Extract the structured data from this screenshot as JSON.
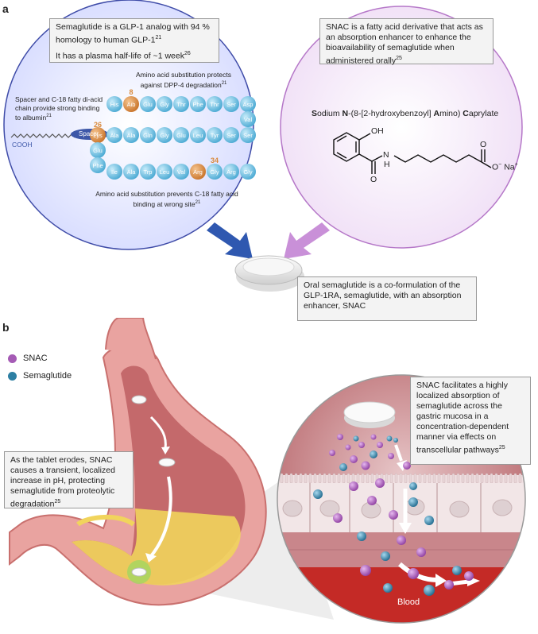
{
  "panel_a": {
    "label": "a",
    "callout_glp1_line1": "Semaglutide is a GLP-1 analog with 94 % homology to human GLP-1",
    "callout_glp1_line1_ref": "21",
    "callout_glp1_line2": "It has a plasma half-life of ~1 week",
    "callout_glp1_line2_ref": "26",
    "callout_snac_text": "SNAC is a fatty acid derivative that acts as an absorption enhancer to enhance the bioavailability of semaglutide when administered orally",
    "callout_snac_ref": "25",
    "note_dpp4": "Amino acid substitution protects against DPP-4 degradation",
    "note_dpp4_ref": "21",
    "note_spacer": "Spacer and C-18 fatty di-acid chain provide strong binding to albumin",
    "note_spacer_ref": "21",
    "note_c18": "Amino acid substitution prevents C-18 fatty acid binding at wrong site",
    "note_c18_ref": "21",
    "cooh_label": "COOH",
    "spacer_label": "Spacer",
    "pos8": "8",
    "pos26": "26",
    "pos34": "34",
    "row1": [
      "His",
      "Aib",
      "Glu",
      "Gly",
      "Thr",
      "Phe",
      "Thr",
      "Ser",
      "Asp"
    ],
    "turn1": [
      "Val",
      "Ser"
    ],
    "row2": [
      "Glu",
      "Lys",
      "Ala",
      "Ala",
      "Gln",
      "Gly",
      "Glu",
      "Leu",
      "Tyr",
      "Ser"
    ],
    "row3": [
      "Phe",
      "Ile",
      "Ala",
      "Trp",
      "Leu",
      "Val",
      "Arg",
      "Gly",
      "Arg",
      "Gly"
    ],
    "snac_name_parts": [
      "S",
      "odium ",
      "N",
      "-(8-[2-hydroxybenzoyl] ",
      "A",
      "mino) ",
      "C",
      "aprylate"
    ],
    "chem_oh": "OH",
    "chem_n": "N",
    "chem_h": "H",
    "chem_o1": "O",
    "chem_o2": "O",
    "chem_o3": "O",
    "chem_neg": "−",
    "chem_na": "Na",
    "chem_plus": "+",
    "callout_oral_text": "Oral semaglutide is a co-formulation of the GLP-1RA, semaglutide, with an absorption enhancer, SNAC"
  },
  "panel_b": {
    "label": "b",
    "legend": [
      {
        "label": "SNAC",
        "color": "#a55bb5"
      },
      {
        "label": "Semaglutide",
        "color": "#2d7fa3"
      }
    ],
    "callout_erode_text": "As the tablet erodes, SNAC causes a transient, localized increase in pH, protecting semaglutide from proteolytic degradation",
    "callout_erode_ref": "25",
    "callout_absorb_text": "SNAC facilitates a highly localized absorption of semaglutide across the gastric mucosa in a concentration-dependent manner via effects on transcellular pathways",
    "callout_absorb_ref": "25",
    "blood_label": "Blood"
  },
  "colors": {
    "glp1_circle": "#e8ebff",
    "glp1_stroke": "#3f4ca8",
    "snac_circle": "#f7effa",
    "snac_stroke": "#b577c8",
    "amino": "#6bbfe0",
    "amino_sub": "#d9893b",
    "arrow_blue": "#2f58b0",
    "arrow_purple": "#c990d8",
    "stomach": "#e9a3a0",
    "yellow": "#f1d45c"
  }
}
